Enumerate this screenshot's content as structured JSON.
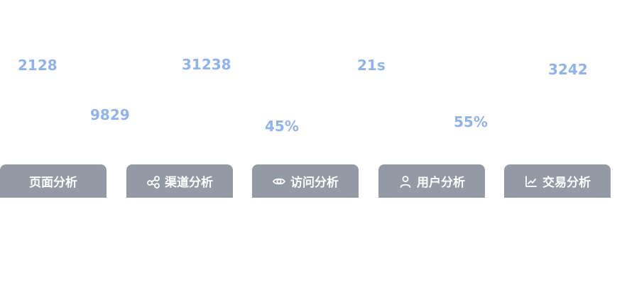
{
  "metrics": [
    {
      "value": "2128"
    },
    {
      "value": "9829"
    },
    {
      "value": "31238"
    },
    {
      "value": "45%"
    },
    {
      "value": "21s"
    },
    {
      "value": "55%"
    },
    {
      "value": "3242"
    }
  ],
  "tabs": [
    {
      "label": "页面分析",
      "icon": "page-icon"
    },
    {
      "label": "渠道分析",
      "icon": "share-nodes-icon"
    },
    {
      "label": "访问分析",
      "icon": "eye-icon"
    },
    {
      "label": "用户分析",
      "icon": "user-icon"
    },
    {
      "label": "交易分析",
      "icon": "line-chart-icon"
    }
  ],
  "colors": {
    "metric_text": "#8fb3ea",
    "tab_background": "#939aa6",
    "tab_text": "#ffffff",
    "page_background": "#ffffff"
  }
}
